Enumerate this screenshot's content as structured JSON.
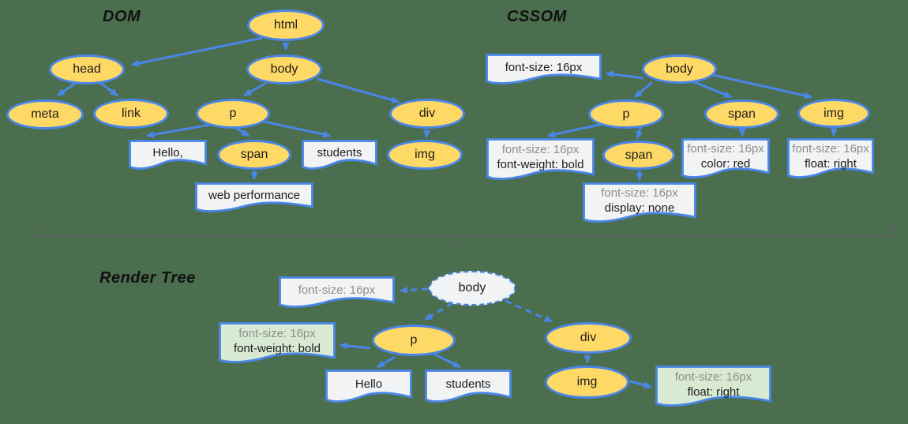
{
  "colors": {
    "background": "#4b6e4f",
    "accent": "#4a86e8",
    "node_fill": "#ffd966",
    "box_fill": "#f1f3f4",
    "green_fill": "#d9ead3",
    "gray_text": "#8d8d8d",
    "text": "#1c1c1c",
    "divider": "#5c6063"
  },
  "dom": {
    "title": "DOM",
    "node_html": "html",
    "node_head": "head",
    "node_body": "body",
    "node_meta": "meta",
    "node_link": "link",
    "node_p": "p",
    "node_div": "div",
    "node_span": "span",
    "node_img": "img",
    "text_hello": "Hello,",
    "text_students": "students",
    "text_webperf": "web performance"
  },
  "cssom": {
    "title": "CSSOM",
    "node_body": "body",
    "node_p": "p",
    "node_span": "span",
    "node_img": "img",
    "node_p_span": "span",
    "rule_body": "font-size: 16px",
    "rule_p_line1": "font-size: 16px",
    "rule_p_line2": "font-weight: bold",
    "rule_span_line1": "font-size: 16px",
    "rule_span_line2": "color: red",
    "rule_img_line1": "font-size: 16px",
    "rule_img_line2": "float: right",
    "rule_pspan_line1": "font-size: 16px",
    "rule_pspan_line2": "display: none"
  },
  "render": {
    "title": "Render Tree",
    "node_body": "body",
    "node_p": "p",
    "node_div": "div",
    "node_img": "img",
    "style_body": "font-size: 16px",
    "style_p_line1": "font-size: 16px",
    "style_p_line2": "font-weight: bold",
    "style_img_line1": "font-size: 16px",
    "style_img_line2": "float: right",
    "text_hello": "Hello",
    "text_students": "students"
  }
}
